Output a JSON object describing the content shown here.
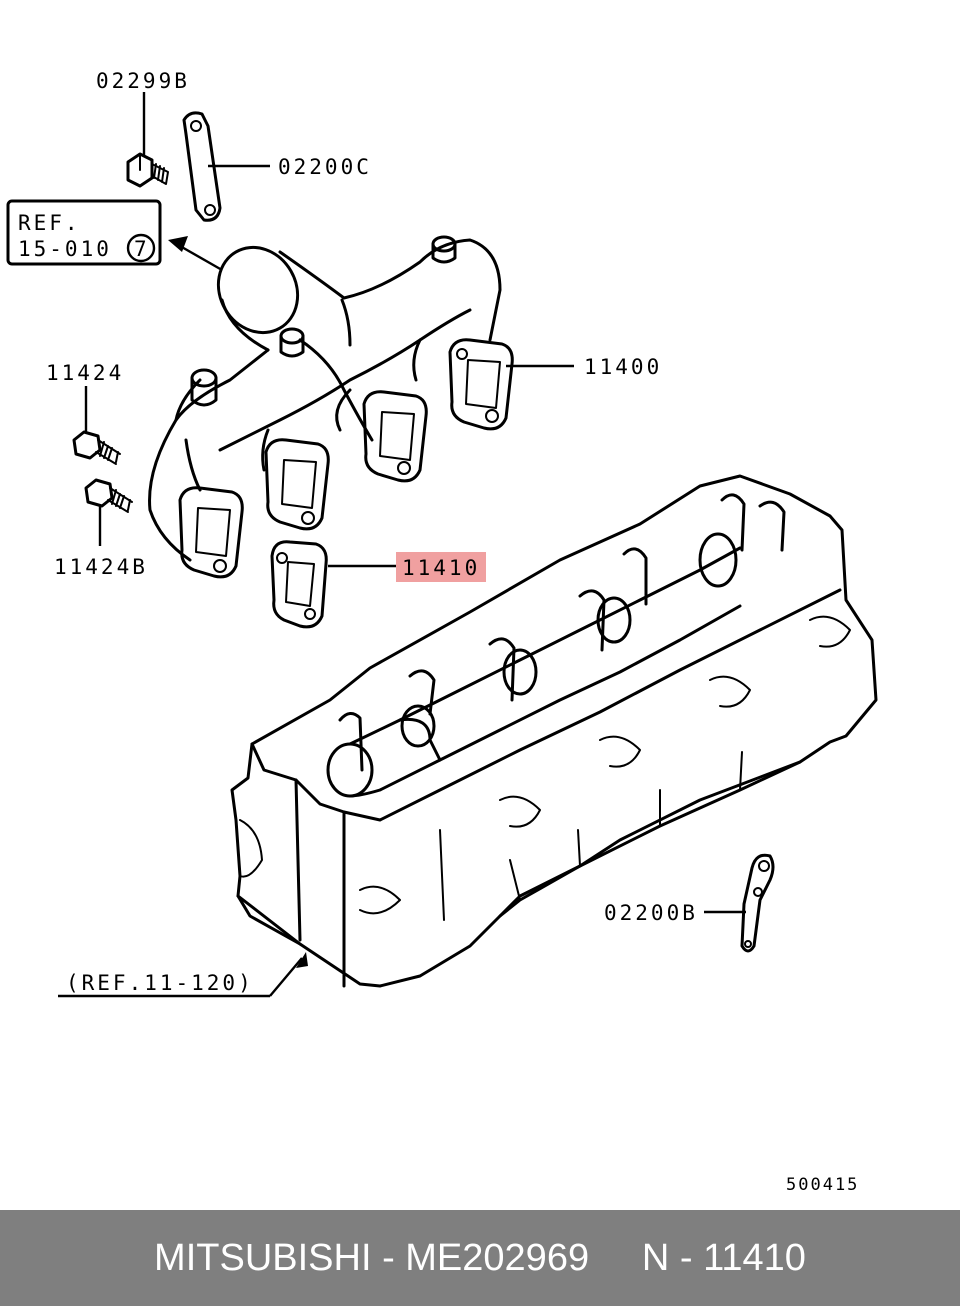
{
  "labels": {
    "bolt_top": "02299B",
    "bracket_top": "02200C",
    "ref_box_line1": "REF.",
    "ref_box_line2": "15-010",
    "ref_box_circle": "7",
    "manifold": "11400",
    "bolt_a": "11424",
    "bolt_b": "11424B",
    "gasket": "11410",
    "bracket_bottom": "02200B",
    "head_ref": "(REF.11-120)",
    "diagram_code": "500415"
  },
  "highlight_color": "#f0a0a0",
  "footer": {
    "text": "MITSUBISHI - ME202969     N - 11410",
    "background": "#7f7f7f"
  }
}
